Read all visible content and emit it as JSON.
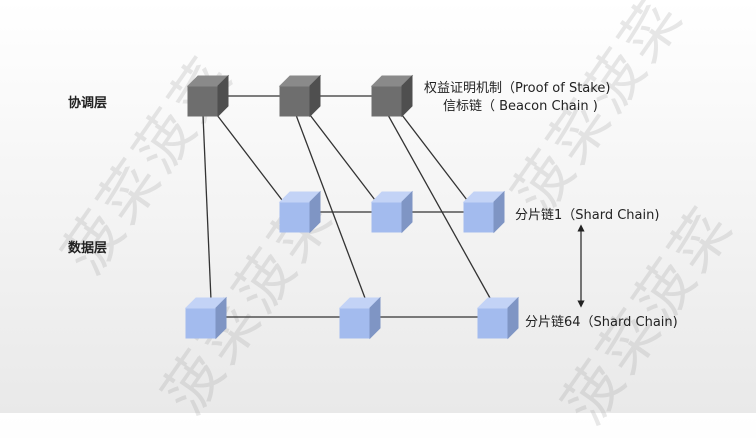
{
  "layers": {
    "coordination": "协调层",
    "data": "数据层"
  },
  "beacon": {
    "line1": "权益证明机制（Proof of Stake)",
    "line2": "信标链（ Beacon Chain )"
  },
  "shards": {
    "first": "分片链1（Shard Chain)",
    "last": "分片链64（Shard Chain)"
  },
  "watermark": "菠菜菠菜",
  "colors": {
    "beacon_cube": "#6b6b6b",
    "shard_cube": "#a4bcef",
    "line": "#333333"
  }
}
